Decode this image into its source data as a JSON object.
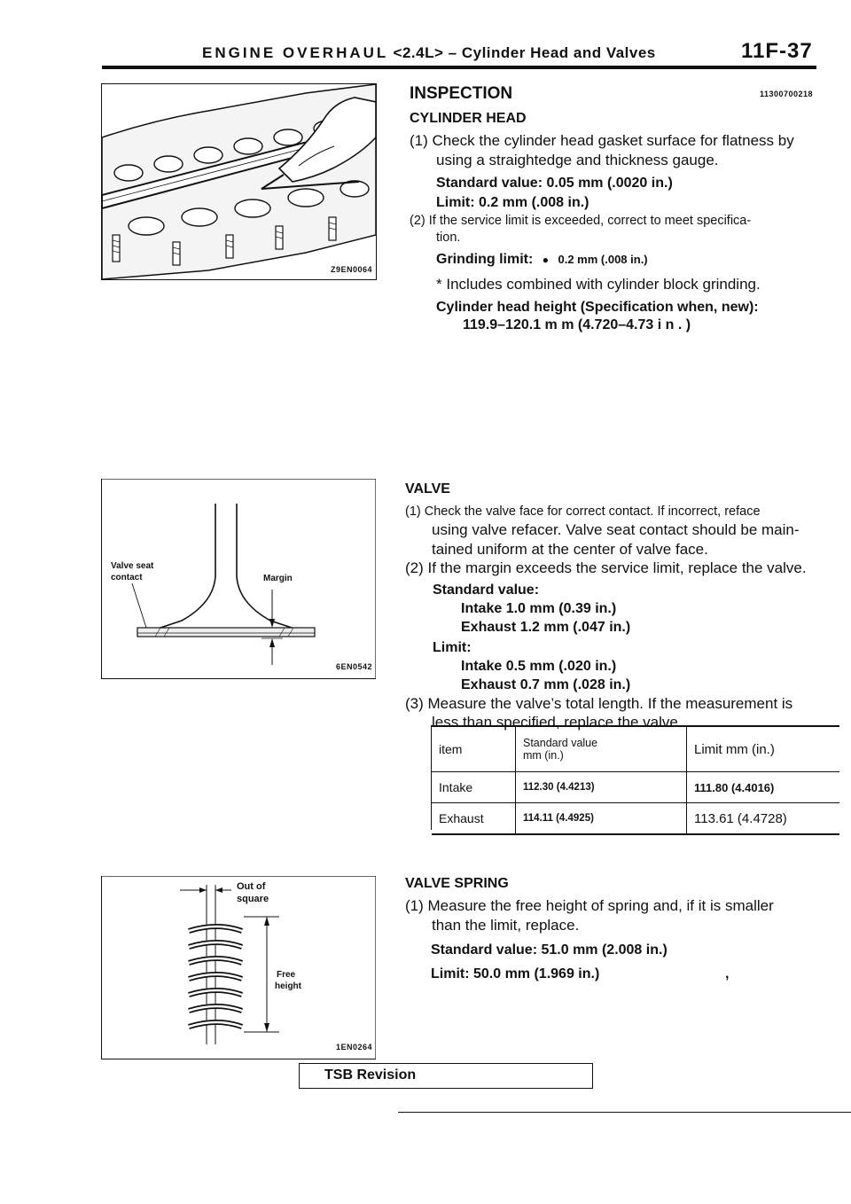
{
  "header": {
    "section": "ENGINE OVERHAUL",
    "engine": "<2.4L>",
    "dash": "–",
    "subject": "Cylinder Head and Valves",
    "page": "11F-37"
  },
  "figures": {
    "head": {
      "code": "Z9EN0064"
    },
    "valve": {
      "code": "6EN0542",
      "label_contact_1": "Valve seat",
      "label_contact_2": "contact",
      "label_margin": "Margin"
    },
    "spring": {
      "code": "1EN0264",
      "label_square_1": "Out of",
      "label_square_2": "square",
      "label_height_1": "Free",
      "label_height_2": "height"
    }
  },
  "inspection": {
    "title": "INSPECTION",
    "code": "11300700218"
  },
  "cylinder_head": {
    "title": "CYLINDER HEAD",
    "step1_line1": "(1) Check the cylinder head gasket surface for flatness by",
    "step1_line2": "using a straightedge and thickness gauge.",
    "std": "Standard value: 0.05 mm (.0020 in.)",
    "limit": "Limit: 0.2 mm (.008 in.)",
    "step2_line1": "(2) If the service limit is exceeded, correct to meet specifica-",
    "step2_line2": "tion.",
    "grind_label": "Grinding limit:",
    "grind_mark": "●",
    "grind_value": "0.2 mm (.008 in.)",
    "note_star": "*",
    "note": "Includes combined with cylinder block grinding.",
    "height_label": "Cylinder head height (Specification when, new):",
    "height_value": "119.9–120.1 m m (4.720–4.73 i n . )"
  },
  "valve": {
    "title": "VALVE",
    "s1_line1": "(1) Check the valve face for correct contact. If incorrect, reface",
    "s1_line2": "using valve refacer. Valve seat contact should be main-",
    "s1_line3": "tained uniform at the center of valve face.",
    "s2": "(2) If the margin exceeds the service limit, replace the valve.",
    "std_label": "Standard value:",
    "std_intake": "Intake 1.0 mm (0.39 in.)",
    "std_exhaust": "Exhaust 1.2 mm (.047 in.)",
    "limit_label": "Limit:",
    "limit_intake": "Intake 0.5 mm (.020 in.)",
    "limit_exhaust": "Exhaust 0.7 mm (.028 in.)",
    "s3_line1": "(3) Measure the valve’s total length. If the measurement is",
    "s3_line2": "less than specified, replace the valve."
  },
  "length_table": {
    "headers": [
      "item",
      "Standard value",
      "mm (in.)",
      "Limit mm (in.)"
    ],
    "rows": [
      [
        "Intake",
        "112.30 (4.4213)",
        "111.80 (4.4016)"
      ],
      [
        "Exhaust",
        "114.11 (4.4925)",
        "113.61 (4.4728)"
      ]
    ]
  },
  "valve_spring": {
    "title": "VALVE SPRING",
    "s1_line1": "(1) Measure the free height of spring and, if it is smaller",
    "s1_line2": "than the limit, replace.",
    "std": "Standard value: 51.0 mm (2.008 in.)",
    "limit": "Limit: 50.0 mm (1.969 in.)",
    "comma": ","
  },
  "footer": {
    "tsb": "TSB Revision"
  }
}
